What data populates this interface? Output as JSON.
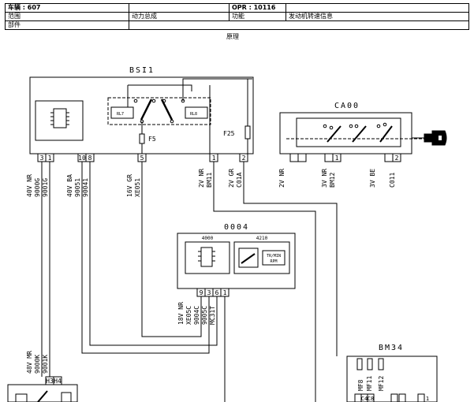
{
  "header": {
    "vehicle": "车辆 : 607",
    "opr": "OPR : 10116",
    "scope_label": "范围",
    "scope_value": "动力总成",
    "function_label": "功能",
    "function_value": "发动机转速信息",
    "parts_label": "部件"
  },
  "subtitle": "原理",
  "components": {
    "bsi1": "BSI1",
    "ca00": "CA00",
    "c0004": "0004",
    "bm34": "BM34",
    "rl7": "RL7",
    "rl8": "RL8",
    "f5": "F5",
    "f25": "F25",
    "sub4000": "4000",
    "sub4210": "4210",
    "tachometer_unit": "TR/MIN",
    "tachometer_unit2": "RPM"
  },
  "pins": {
    "bsi_3": "3",
    "bsi_1a": "1",
    "bsi_10": "10",
    "bsi_8": "8",
    "bsi_5": "5",
    "bsi_1b": "1",
    "bsi_2": "2",
    "ca_1": "1",
    "ca_2": "2",
    "c4_9": "9",
    "c4_3": "3",
    "c4_6": "6",
    "c4_1": "1",
    "h3": "H3",
    "h4": "H4"
  },
  "wire_labels": {
    "w1": "40V NR",
    "w2": "9000G",
    "w3": "9001G",
    "w4": "40V BA",
    "w5": "90051",
    "w6": "90041",
    "w7": "16V GR",
    "w8": "XE051",
    "w9": "2V NR",
    "w10": "BM11",
    "w11": "2V GR",
    "w12": "C01A",
    "w13": "2V NR",
    "w14": "3V NR",
    "w15": "BM12",
    "w16": "3V BE",
    "w17": "C011",
    "w18": "18V NR",
    "w19": "XE05C",
    "w20": "9004C",
    "w21": "9005C",
    "w22": "MC31T",
    "w23": "48V MR",
    "w24": "9000K",
    "w25": "9001K",
    "w26": "MF8",
    "w27": "MF11",
    "w28": "MF12",
    "w29": "C4",
    "w30": "C8",
    "w31": "1"
  }
}
